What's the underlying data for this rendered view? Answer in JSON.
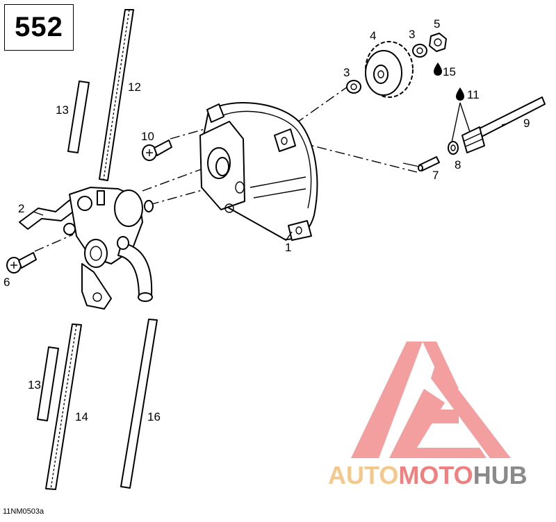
{
  "page_number": "552",
  "figure_code": "11NM0503a",
  "watermark": {
    "part1": "AUTO",
    "part2": "MOTO",
    "part3": "HUB",
    "colors": {
      "auto": "#f4c88a",
      "moto": "#f08080",
      "hub": "#8a8a8a",
      "logo": "#ee5a5a"
    }
  },
  "callouts": {
    "c1": "1",
    "c2": "2",
    "c3a": "3",
    "c3b": "3",
    "c4": "4",
    "c5": "5",
    "c6": "6",
    "c7": "7",
    "c8": "8",
    "c9": "9",
    "c10": "10",
    "c11": "11",
    "c12": "12",
    "c13a": "13",
    "c13b": "13",
    "c14": "14",
    "c15": "15",
    "c16": "16"
  }
}
